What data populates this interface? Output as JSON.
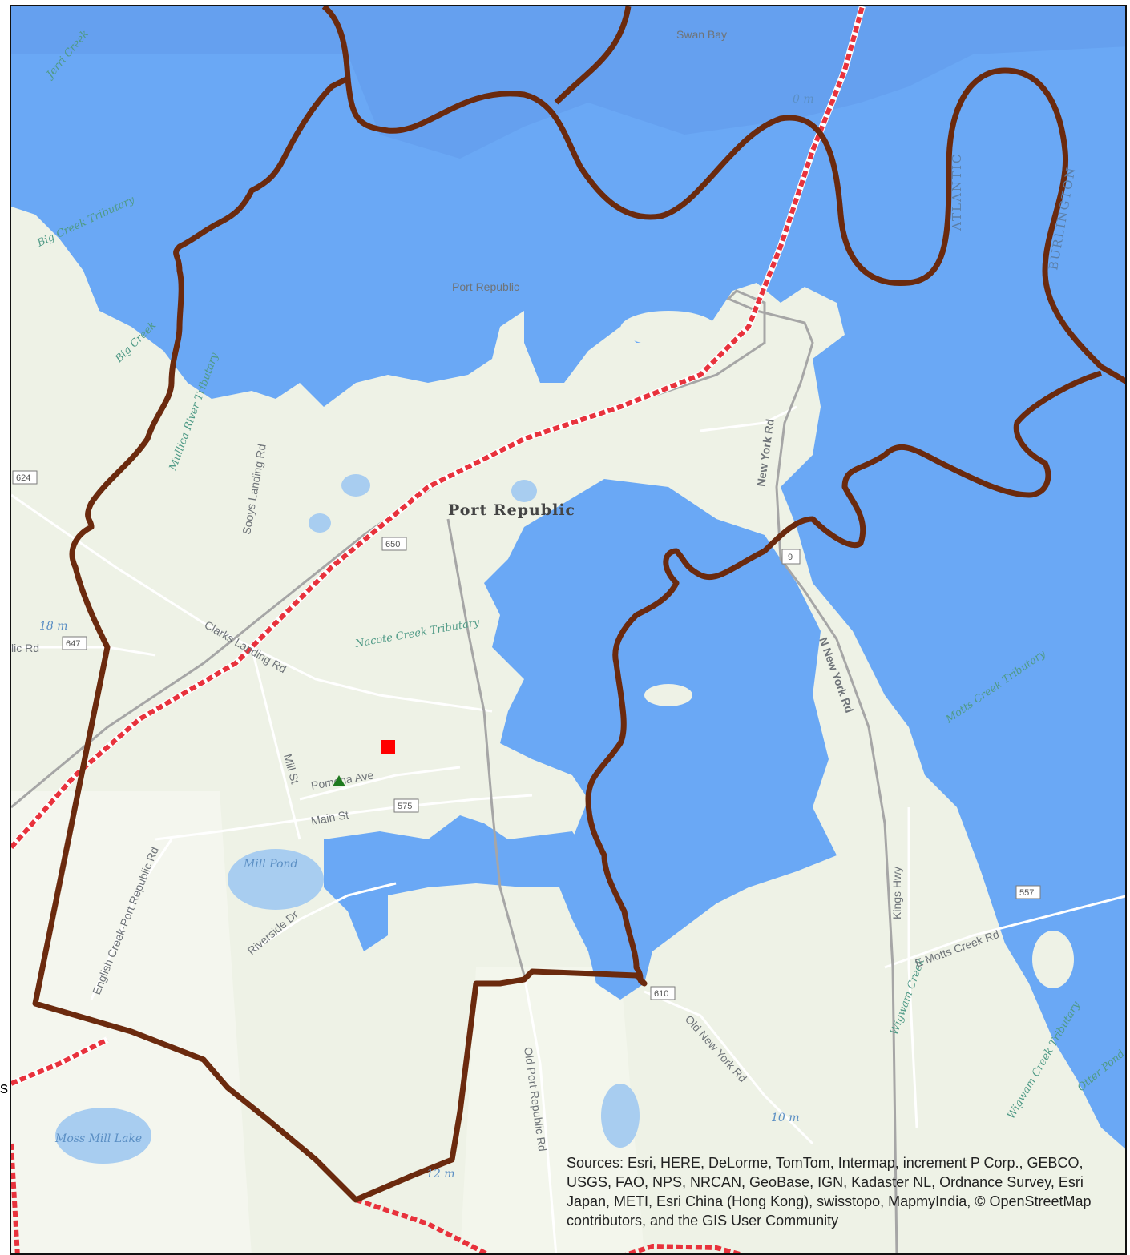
{
  "map": {
    "water_labels": [
      "Swan Bay",
      "Mill Pond",
      "Moss Mill Lake"
    ],
    "place_labels": [
      "Port Republic",
      "Port Republic"
    ],
    "county_labels": [
      "ATLANTIC",
      "BURLINGTON"
    ],
    "stream_labels": [
      "Jerri Creek",
      "Big Creek Tributary",
      "Big Creek",
      "Mullica River Tributary",
      "Nacote Creek Tributary",
      "Motts Creek Tributary",
      "Wigwam Creek",
      "Wigwam Creek Tributary",
      "Otter Pond"
    ],
    "road_labels": [
      "Sooys Landing Rd",
      "Clarks Landing Rd",
      "Mill St",
      "Pomona Ave",
      "Main St",
      "English Creek-Port Republic Rd",
      "Riverside Dr",
      "Old Port Republic Rd",
      "Old New York Rd",
      "New York Rd",
      "N New York Rd",
      "Kings Hwy",
      "E Motts Creek Rd",
      "lic Rd"
    ],
    "route_shields": [
      "624",
      "650",
      "647",
      "575",
      "610",
      "9",
      "557"
    ],
    "elevation_labels": [
      "0 m",
      "18 m",
      "12 m",
      "10 m"
    ],
    "markers": [
      {
        "name": "red-square",
        "color": "#ff0000"
      },
      {
        "name": "green-triangle",
        "color": "#1f7a1f"
      }
    ],
    "colors": {
      "flood": "#6aa8f5",
      "flood_dark": "#5f98ea",
      "land": "#eef2e6",
      "boundary": "#6b2a0e",
      "railroad": "#e8323c"
    }
  },
  "attribution": "Sources: Esri, HERE, DeLorme, TomTom, Intermap, increment P Corp., GEBCO, USGS, FAO, NPS, NRCAN, GeoBase, IGN, Kadaster NL, Ordnance Survey, Esri Japan, METI, Esri China (Hong Kong), swisstopo, MapmyIndia, © OpenStreetMap contributors, and the GIS User Community",
  "edge_letter": "s"
}
